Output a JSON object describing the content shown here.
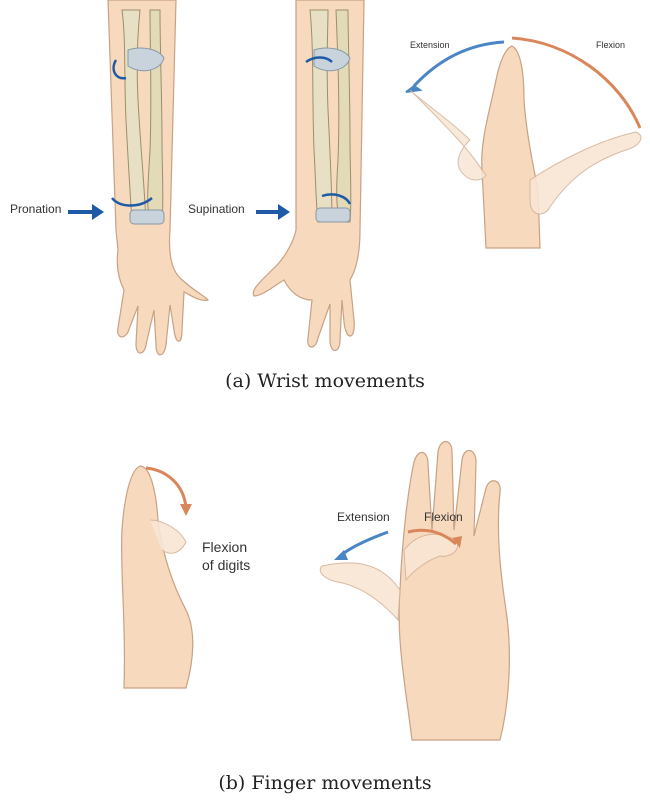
{
  "panel_a": {
    "caption": "(a) Wrist movements",
    "labels": {
      "pronation": "Pronation",
      "supination": "Supination",
      "extension": "Extension",
      "flexion": "Flexion"
    },
    "colors": {
      "arrow_blue": "#1f5aa6",
      "extension_arc": "#4a86c5",
      "flexion_arc": "#d9875a",
      "skin": "#f7d9bd",
      "bone": "#e8e0c4"
    }
  },
  "panel_b": {
    "caption": "(b) Finger movements",
    "labels": {
      "flexion_of_digits": "Flexion\nof digits",
      "extension": "Extension",
      "flexion": "Flexion"
    },
    "colors": {
      "extension_arrow": "#4a86c5",
      "flexion_arrow": "#d9875a",
      "skin": "#f7d9bd"
    }
  }
}
